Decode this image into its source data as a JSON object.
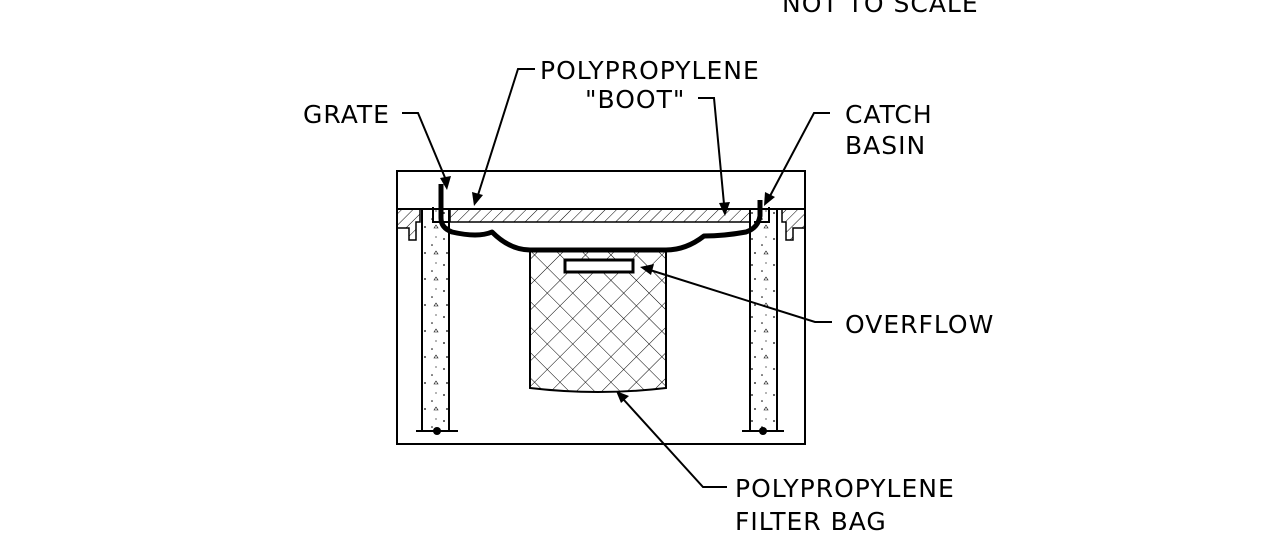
{
  "scale_note": "NOT TO SCALE",
  "labels": {
    "grate": "GRATE",
    "boot_line1": "POLYPROPYLENE",
    "boot_line2": "\"BOOT\"",
    "catch_basin_line1": "CATCH",
    "catch_basin_line2": "BASIN",
    "overflow": "OVERFLOW",
    "filter_bag_line1": "POLYPROPYLENE",
    "filter_bag_line2": "FILTER BAG"
  }
}
